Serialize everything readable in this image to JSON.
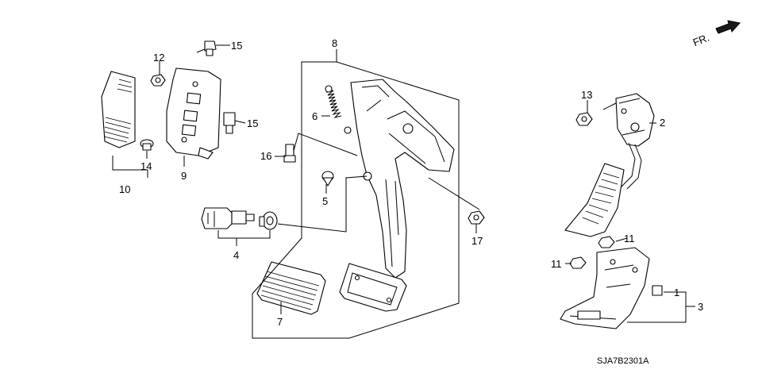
{
  "direction_label": "FR.",
  "drawing_code": "SJA7B2301A",
  "callouts": [
    {
      "id": "c1",
      "text": "1"
    },
    {
      "id": "c2",
      "text": "2"
    },
    {
      "id": "c3",
      "text": "3"
    },
    {
      "id": "c4",
      "text": "4"
    },
    {
      "id": "c5",
      "text": "5"
    },
    {
      "id": "c6",
      "text": "6"
    },
    {
      "id": "c7",
      "text": "7"
    },
    {
      "id": "c8",
      "text": "8"
    },
    {
      "id": "c9",
      "text": "9"
    },
    {
      "id": "c10",
      "text": "10"
    },
    {
      "id": "c11a",
      "text": "11"
    },
    {
      "id": "c11b",
      "text": "11"
    },
    {
      "id": "c12",
      "text": "12"
    },
    {
      "id": "c13",
      "text": "13"
    },
    {
      "id": "c14",
      "text": "14"
    },
    {
      "id": "c15a",
      "text": "15"
    },
    {
      "id": "c15b",
      "text": "15"
    },
    {
      "id": "c16",
      "text": "16"
    },
    {
      "id": "c17",
      "text": "17"
    }
  ]
}
